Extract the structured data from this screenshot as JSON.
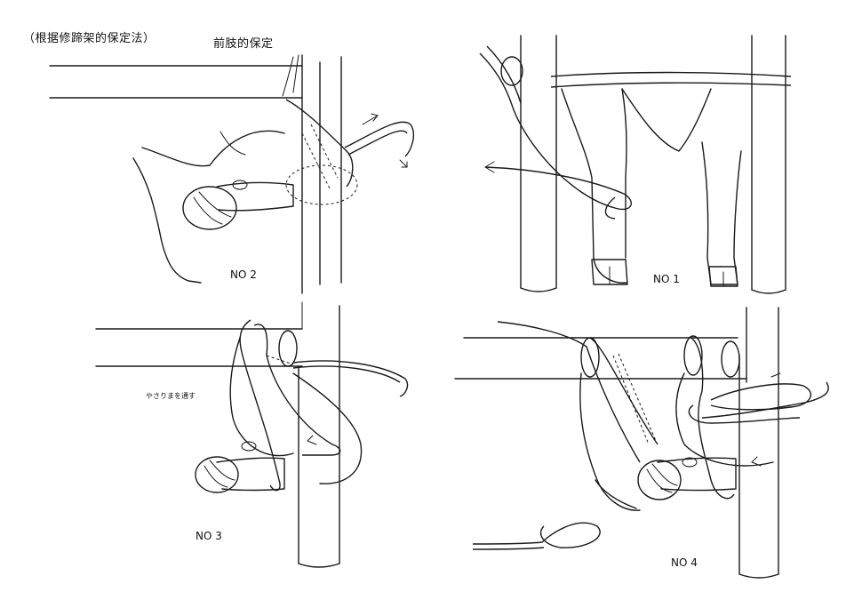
{
  "header": {
    "title": "（根据修蹄架的保定法）",
    "subtitle": "前肢的保定"
  },
  "panels": {
    "no1": {
      "label": "NO 1"
    },
    "no2": {
      "label": "NO 2"
    },
    "no3": {
      "label": "NO 3",
      "note": "やさりまを通す"
    },
    "no4": {
      "label": "NO 4"
    }
  }
}
